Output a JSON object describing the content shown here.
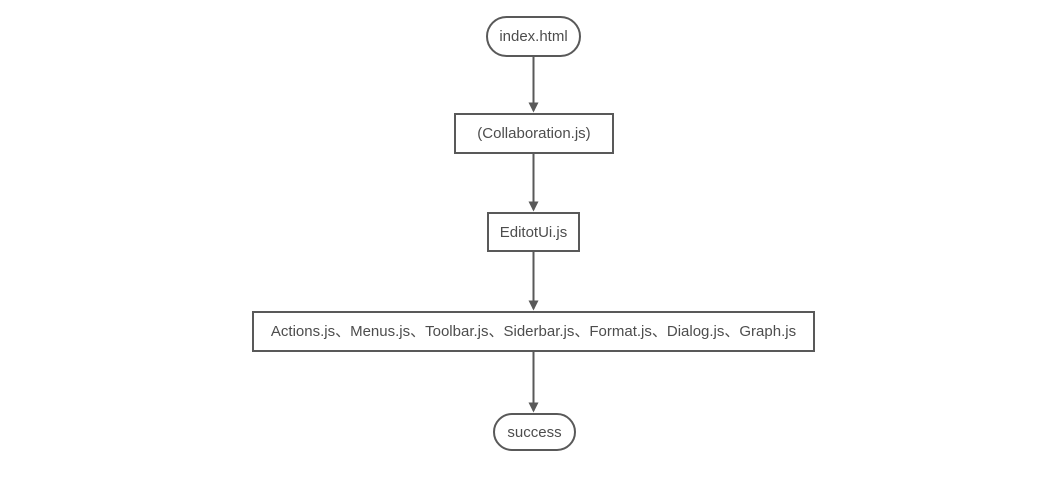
{
  "diagram": {
    "type": "flowchart",
    "direction": "top-down",
    "nodes": [
      {
        "id": "index",
        "label": "index.html",
        "shape": "stadium"
      },
      {
        "id": "collaboration",
        "label": "(Collaboration.js)",
        "shape": "rectangle"
      },
      {
        "id": "editorui",
        "label": "EditotUi.js",
        "shape": "rectangle"
      },
      {
        "id": "modules",
        "label": "Actions.js、Menus.js、Toolbar.js、Siderbar.js、Format.js、Dialog.js、Graph.js",
        "shape": "rectangle"
      },
      {
        "id": "success",
        "label": "success",
        "shape": "stadium"
      }
    ],
    "edges": [
      {
        "from": "index",
        "to": "collaboration",
        "style": "arrow"
      },
      {
        "from": "collaboration",
        "to": "editorui",
        "style": "arrow"
      },
      {
        "from": "editorui",
        "to": "modules",
        "style": "arrow"
      },
      {
        "from": "modules",
        "to": "success",
        "style": "arrow"
      }
    ],
    "colors": {
      "background": "#ffffff",
      "node_fill": "#ffffff",
      "node_border": "#595959",
      "text": "#4d4d4d",
      "arrow": "#595959"
    }
  }
}
